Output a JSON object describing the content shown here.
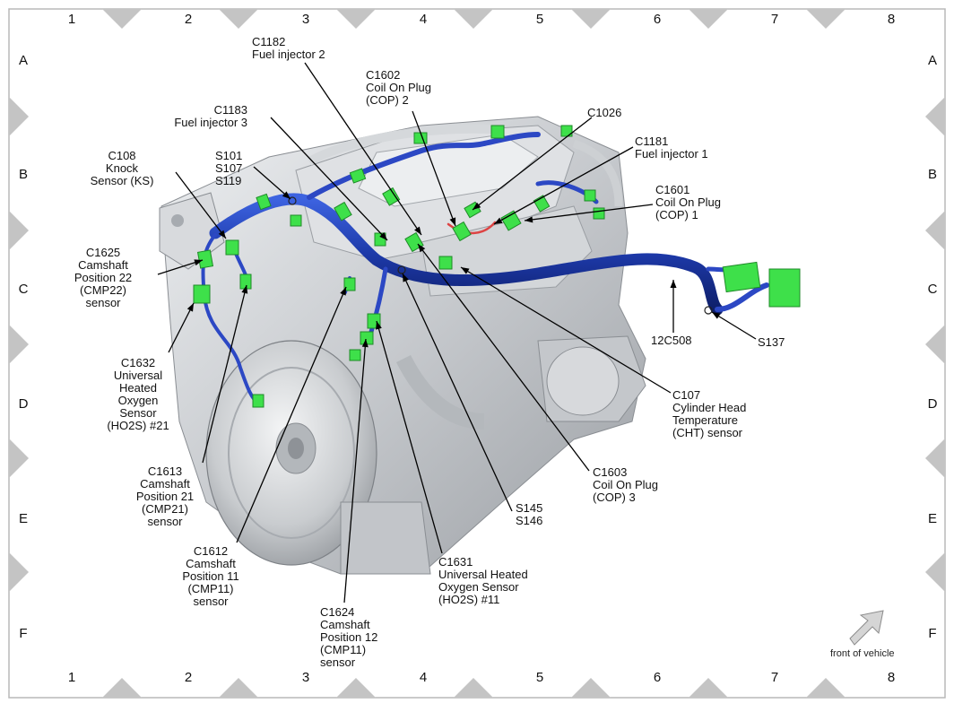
{
  "grid": {
    "columns": [
      "1",
      "2",
      "3",
      "4",
      "5",
      "6",
      "7",
      "8"
    ],
    "rows": [
      "A",
      "B",
      "C",
      "D",
      "E",
      "F"
    ]
  },
  "labels": {
    "c1182": "C1182\nFuel injector 2",
    "c1602": "C1602\nCoil On Plug\n(COP) 2",
    "c1026": "C1026",
    "c1183": "C1183\nFuel injector 3",
    "c1181": "C1181\nFuel injector 1",
    "c108": "C108\nKnock\nSensor (KS)",
    "s101": "S101\nS107\nS119",
    "c1601": "C1601\nCoil On Plug\n(COP) 1",
    "c1625": "C1625\nCamshaft\nPosition 22\n(CMP22)\nsensor",
    "c1632": "C1632\nUniversal\nHeated\nOxygen\nSensor\n(HO2S) #21",
    "h12c508": "12C508",
    "s137": "S137",
    "c107": "C107\nCylinder Head\nTemperature\n(CHT) sensor",
    "c1613": "C1613\nCamshaft\nPosition 21\n(CMP21)\nsensor",
    "c1603": "C1603\nCoil On Plug\n(COP) 3",
    "s145": "S145\nS146",
    "c1612": "C1612\nCamshaft\nPosition 11\n(CMP11)\nsensor",
    "c1631": "C1631\nUniversal Heated\nOxygen Sensor\n(HO2S) #11",
    "c1624": "C1624\nCamshaft\nPosition 12\n(CMP11)\nsensor"
  },
  "front_of_vehicle": "front of vehicle",
  "colors": {
    "harness": "#1f3fb5",
    "connector": "#3ee04a",
    "engine": "#c9ccd0",
    "border": "#c0c0c0",
    "callout": "#000000"
  }
}
